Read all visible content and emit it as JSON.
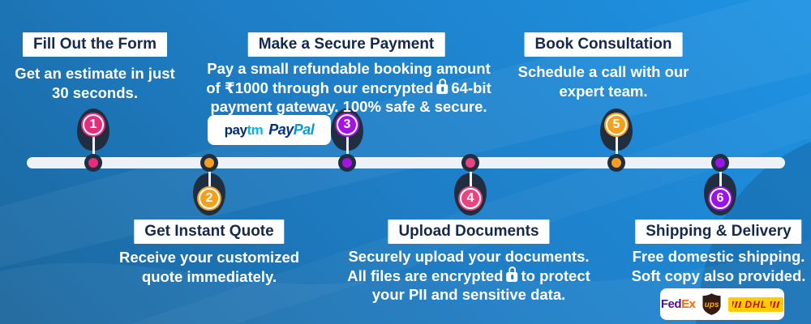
{
  "background": {
    "gradient_top_right": "#1e93e4",
    "gradient_mid": "#1e7ec6",
    "gradient_bottom_left": "#1b669c"
  },
  "timeline": {
    "bar_color": "#eef1f5",
    "marker_dark": "#212e40",
    "title_text_color": "#14294e"
  },
  "steps": [
    {
      "num": "1",
      "side": "top",
      "color": "#e62d7c",
      "title": "Fill Out the Form",
      "lines": [
        "Get an estimate in just",
        "30 seconds."
      ]
    },
    {
      "num": "2",
      "side": "bottom",
      "color": "#f5a01d",
      "title": "Get Instant Quote",
      "lines": [
        "Receive your customized",
        "quote immediately."
      ]
    },
    {
      "num": "3",
      "side": "top",
      "color": "#a512e6",
      "title": "Make a Secure Payment",
      "line1": "Pay a small refundable booking amount",
      "line2_pre": "of ₹1000 through our encrypted",
      "line2_post": "64-bit",
      "line3": "payment gateway. 100% safe & secure.",
      "payment_logos": {
        "paytm_pay": "pay",
        "paytm_tm": "tm",
        "paypal_pay": "Pay",
        "paypal_pal": "Pal"
      }
    },
    {
      "num": "4",
      "side": "bottom",
      "color": "#e8447e",
      "title": "Upload Documents",
      "line1": "Securely upload your documents.",
      "line2_pre": "All files are encrypted",
      "line2_post": "to protect",
      "line3": "your PII and sensitive data."
    },
    {
      "num": "5",
      "side": "top",
      "color": "#f5a01d",
      "title": "Book Consultation",
      "lines": [
        "Schedule a call with our",
        "expert team."
      ]
    },
    {
      "num": "6",
      "side": "bottom",
      "color": "#9b13ea",
      "title": "Shipping & Delivery",
      "lines": [
        "Free domestic shipping.",
        "Soft copy also provided."
      ],
      "shipping_logos": {
        "fedex_fed": "Fed",
        "fedex_ex": "Ex",
        "ups": "ups",
        "dhl": "DHL"
      }
    }
  ]
}
